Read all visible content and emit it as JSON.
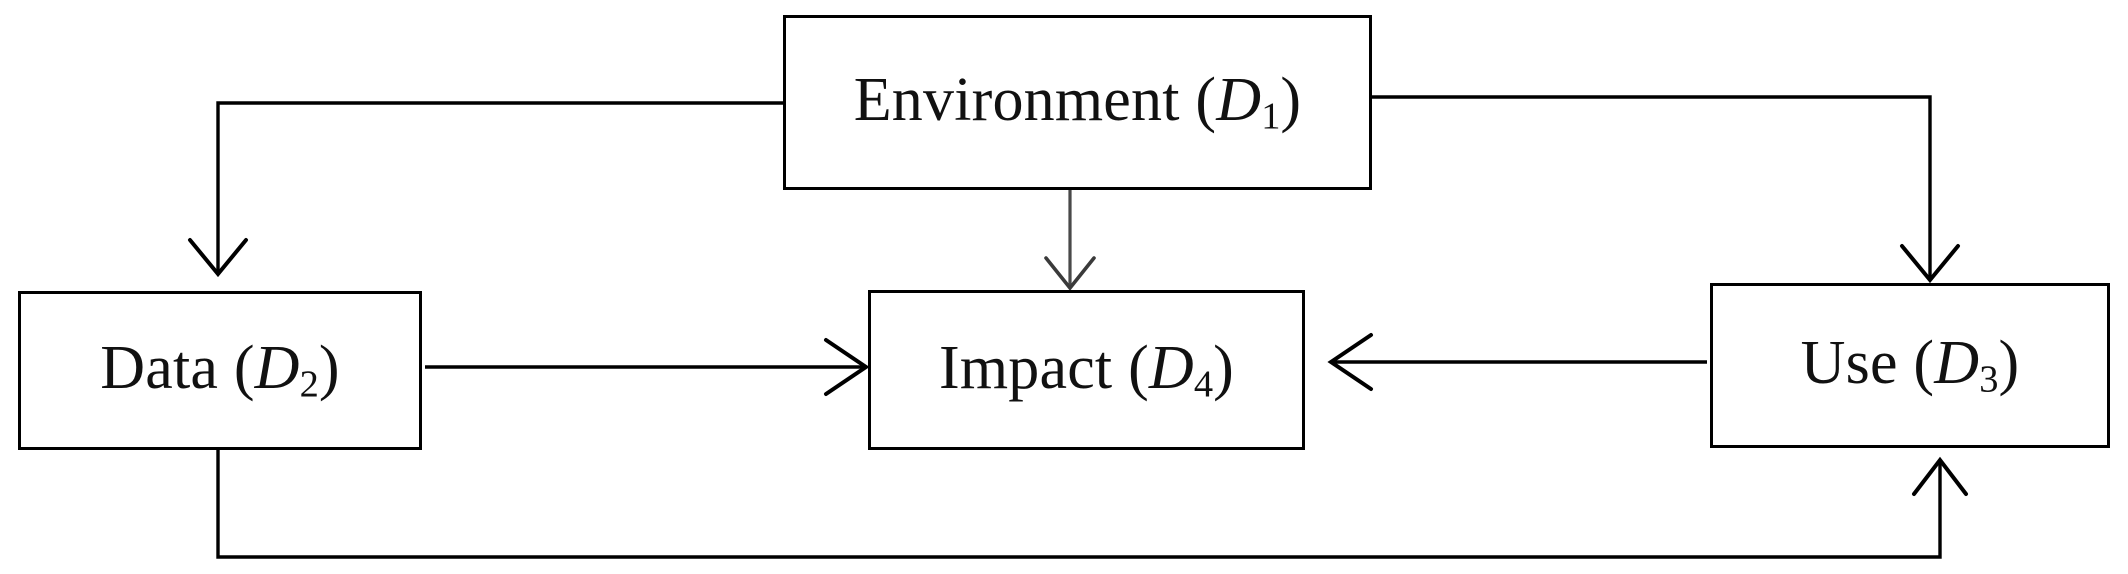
{
  "diagram": {
    "type": "block-flow-diagram",
    "title": "Environment-Data-Use-Impact framework",
    "background_color": "#ffffff",
    "line_color": "#000000",
    "text_color": "#111111",
    "nodes": [
      {
        "id": "D1",
        "name": "environment",
        "text": "Environment",
        "symbol": "D",
        "subscript": "1",
        "full_label": "Environment (D1)"
      },
      {
        "id": "D2",
        "name": "data",
        "text": "Data",
        "symbol": "D",
        "subscript": "2",
        "full_label": "Data (D2)"
      },
      {
        "id": "D4",
        "name": "impact",
        "text": "Impact",
        "symbol": "D",
        "subscript": "4",
        "full_label": "Impact (D4)"
      },
      {
        "id": "D3",
        "name": "use",
        "text": "Use",
        "symbol": "D",
        "subscript": "3",
        "full_label": "Use (D3)"
      }
    ],
    "edges": [
      {
        "name": "environment-to-data",
        "from": "D1",
        "to": "D2",
        "style": "elbow",
        "arrow": "down"
      },
      {
        "name": "environment-to-use",
        "from": "D1",
        "to": "D3",
        "style": "elbow",
        "arrow": "down"
      },
      {
        "name": "environment-to-impact",
        "from": "D1",
        "to": "D4",
        "style": "straight",
        "arrow": "down"
      },
      {
        "name": "data-to-impact",
        "from": "D2",
        "to": "D4",
        "style": "straight",
        "arrow": "right"
      },
      {
        "name": "use-to-impact",
        "from": "D3",
        "to": "D4",
        "style": "straight",
        "arrow": "left"
      },
      {
        "name": "data-to-use",
        "from": "D2",
        "to": "D3",
        "style": "elbow",
        "arrow": "up"
      }
    ],
    "punctuation": {
      "open_paren": "(",
      "close_paren": ")"
    }
  }
}
